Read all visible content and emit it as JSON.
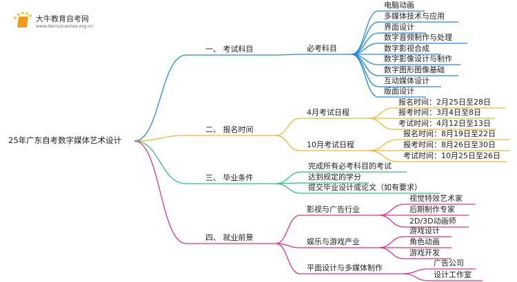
{
  "logo": {
    "name": "大牛教育自考网",
    "url": "www.daniuzuexiao.org.cn"
  },
  "root": "25年广东自考数字媒体艺术设计",
  "colors": {
    "blue": "#1e88f5",
    "orange": "#f4b731",
    "green": "#2ec27e",
    "pink": "#e8337f"
  },
  "branches": [
    {
      "label": "一、 考试科目",
      "children": [
        {
          "label": "必考科目",
          "children": [
            "电脑动画",
            "多媒体技术与应用",
            "界面设计",
            "数字音频制作与处理",
            "数字影视合成",
            "数字影像设计与制作",
            "数字图形图像基础",
            "互动媒体设计",
            "版面设计"
          ]
        }
      ]
    },
    {
      "label": "二、 报名时间",
      "children": [
        {
          "label": "4月考试日程",
          "children": [
            "报名时间：2月25日至28日",
            "报考时间：3月4日至8日",
            "考试时间：4月12日至13日"
          ]
        },
        {
          "label": "10月考试日程",
          "children": [
            "报名时间：8月19日至22日",
            "报考时间：8月26日至30日",
            "考试时间：10月25日至26日"
          ]
        }
      ]
    },
    {
      "label": "三、 毕业条件",
      "children": [
        {
          "label": "完成所有必考科目的考试"
        },
        {
          "label": "达到规定的学分"
        },
        {
          "label": "提交毕业设计或论文（如有要求）"
        }
      ]
    },
    {
      "label": "四、 就业前景",
      "children": [
        {
          "label": "影视与广告行业",
          "children": [
            "视觉特效艺术家",
            "后期制作专家",
            "2D/3D动画师"
          ]
        },
        {
          "label": "娱乐与游戏产业",
          "children": [
            "游戏设计",
            "角色动画",
            "游戏开发"
          ]
        },
        {
          "label": "平面设计与多媒体制作",
          "children": [
            "广告公司",
            "设计工作室"
          ]
        }
      ]
    }
  ]
}
